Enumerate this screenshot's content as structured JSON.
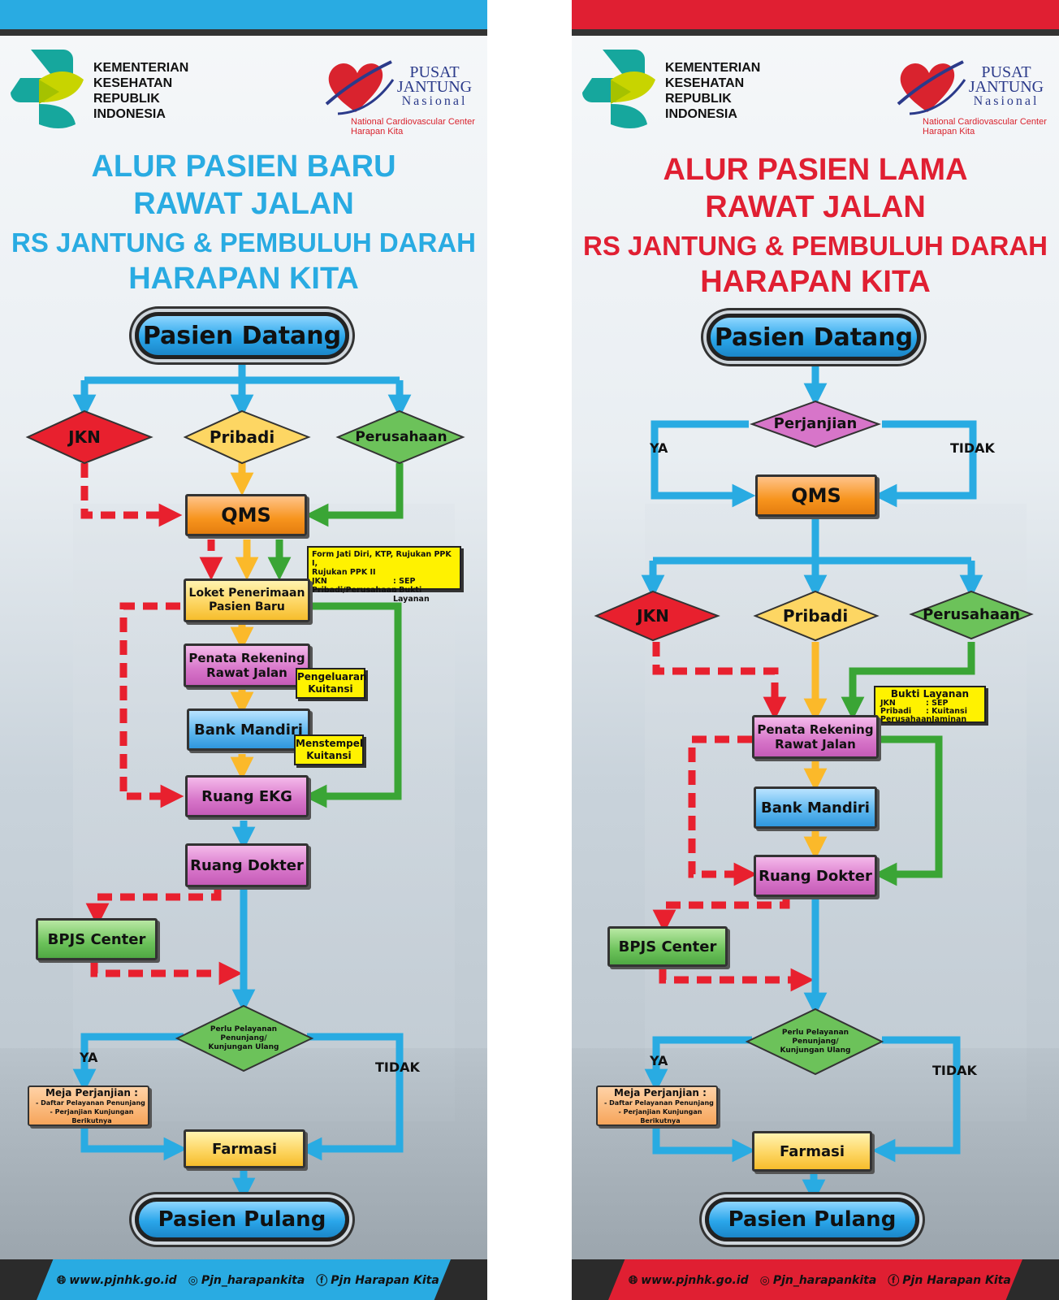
{
  "colors": {
    "left_accent": "#29abe2",
    "right_accent": "#e01f32",
    "flow_blue": "#29abe2",
    "flow_red_dashed": "#e8202e",
    "flow_green": "#3aa535",
    "flow_yellow": "#fbb92a"
  },
  "kemenkes": {
    "line1": "KEMENTERIAN",
    "line2": "KESEHATAN",
    "line3": "REPUBLIK",
    "line4": "INDONESIA"
  },
  "pjn": {
    "line1": "PUSAT",
    "line2": "JANTUNG",
    "line3": "Nasional",
    "sub1": "National Cardiovascular Center",
    "sub2": "Harapan Kita"
  },
  "footer": {
    "website": "www.pjnhk.go.id",
    "instagram": "Pjn_harapankita",
    "facebook": "Pjn Harapan Kita",
    "icons": [
      "globe-icon",
      "instagram-icon",
      "facebook-icon"
    ]
  },
  "left": {
    "title1": "ALUR PASIEN BARU",
    "title2": "RAWAT JALAN",
    "title3": "RS JANTUNG & PEMBULUH DARAH",
    "title4": "HARAPAN KITA",
    "start": "Pasien Datang",
    "jkn": "JKN",
    "pribadi": "Pribadi",
    "perusahaan": "Perusahaan",
    "qms": "QMS",
    "note_form": {
      "line1": "Form Jati Diri, KTP, Rujukan PPK I,",
      "line2": "Rujukan PPK II",
      "row1_label": "JKN",
      "row1_value": ": SEP",
      "row2_label": "Pribadi/Perusahaan",
      "row2_value": ": Bukti Layanan"
    },
    "loket1": "Loket Penerimaan",
    "loket2": "Pasien Baru",
    "penata1": "Penata Rekening",
    "penata2": "Rawat Jalan",
    "note_pengeluaran1": "Pengeluaran",
    "note_pengeluaran2": "Kuitansi",
    "bank": "Bank Mandiri",
    "note_menstempel1": "Menstempel",
    "note_menstempel2": "Kuitansi",
    "ekg": "Ruang EKG",
    "dokter": "Ruang Dokter",
    "bpjs": "BPJS Center",
    "decision1": "Perlu Pelayanan",
    "decision2": "Penunjang/",
    "decision3": "Kunjungan Ulang",
    "ya": "YA",
    "tidak": "TIDAK",
    "meja_title": "Meja Perjanjian :",
    "meja_item1": "- Daftar Pelayanan Penunjang",
    "meja_item2": "- Perjanjian Kunjungan Berikutnya",
    "farmasi": "Farmasi",
    "end": "Pasien Pulang"
  },
  "right": {
    "title1": "ALUR PASIEN LAMA",
    "title2": "RAWAT JALAN",
    "title3": "RS JANTUNG & PEMBULUH DARAH",
    "title4": "HARAPAN KITA",
    "start": "Pasien Datang",
    "perjanjian": "Perjanjian",
    "ya_top": "YA",
    "tidak_top": "TIDAK",
    "qms": "QMS",
    "jkn": "JKN",
    "pribadi": "Pribadi",
    "perusahaan": "Perusahaan",
    "note_bukti": {
      "title": "Bukti Layanan",
      "row1_label": "JKN",
      "row1_value": ": SEP",
      "row2_label": "Pribadi",
      "row2_value": ": Kuitansi",
      "row3_label": "Perusahaan",
      "row3_value": ": Jaminan"
    },
    "penata1": "Penata Rekening",
    "penata2": "Rawat Jalan",
    "bank": "Bank Mandiri",
    "dokter": "Ruang Dokter",
    "bpjs": "BPJS Center",
    "decision1": "Perlu Pelayanan",
    "decision2": "Penunjang/",
    "decision3": "Kunjungan Ulang",
    "ya": "YA",
    "tidak": "TIDAK",
    "meja_title": "Meja Perjanjian :",
    "meja_item1": "- Daftar Pelayanan Penunjang",
    "meja_item2": "- Perjanjian Kunjungan Berikutnya",
    "farmasi": "Farmasi",
    "end": "Pasien Pulang"
  }
}
